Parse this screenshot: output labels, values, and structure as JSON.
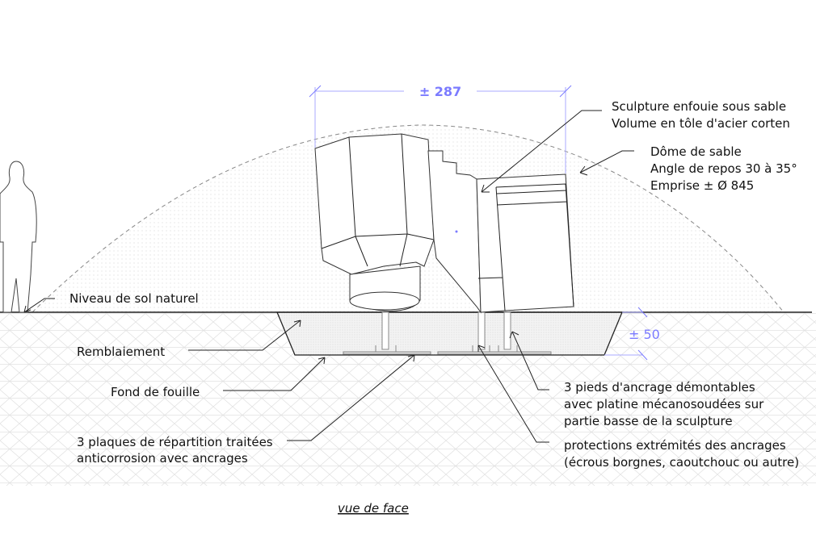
{
  "dimensions": {
    "width": "± 287",
    "depth": "± 50"
  },
  "labels": {
    "sculpture": [
      "Sculpture enfouie sous sable",
      "Volume en tôle d'acier corten"
    ],
    "dome": [
      "Dôme de sable",
      "Angle de repos 30 à 35°",
      "Emprise ± Ø 845"
    ],
    "ground_level": "Niveau de sol naturel",
    "backfill": "Remblaiement",
    "pit_bottom": "Fond de fouille",
    "plates": [
      "3 plaques de répartition traitées",
      "anticorrosion avec ancrages"
    ],
    "feet": [
      "3 pieds d'ancrage démontables",
      "avec platine mécanosoudées sur",
      "partie basse de la sculpture"
    ],
    "protections": [
      "protections extrémités des ancrages",
      "(écrous borgnes, caoutchouc ou autre)"
    ]
  },
  "caption": "vue de face",
  "colors": {
    "dimension": "#7b7bff",
    "line": "#222222"
  }
}
